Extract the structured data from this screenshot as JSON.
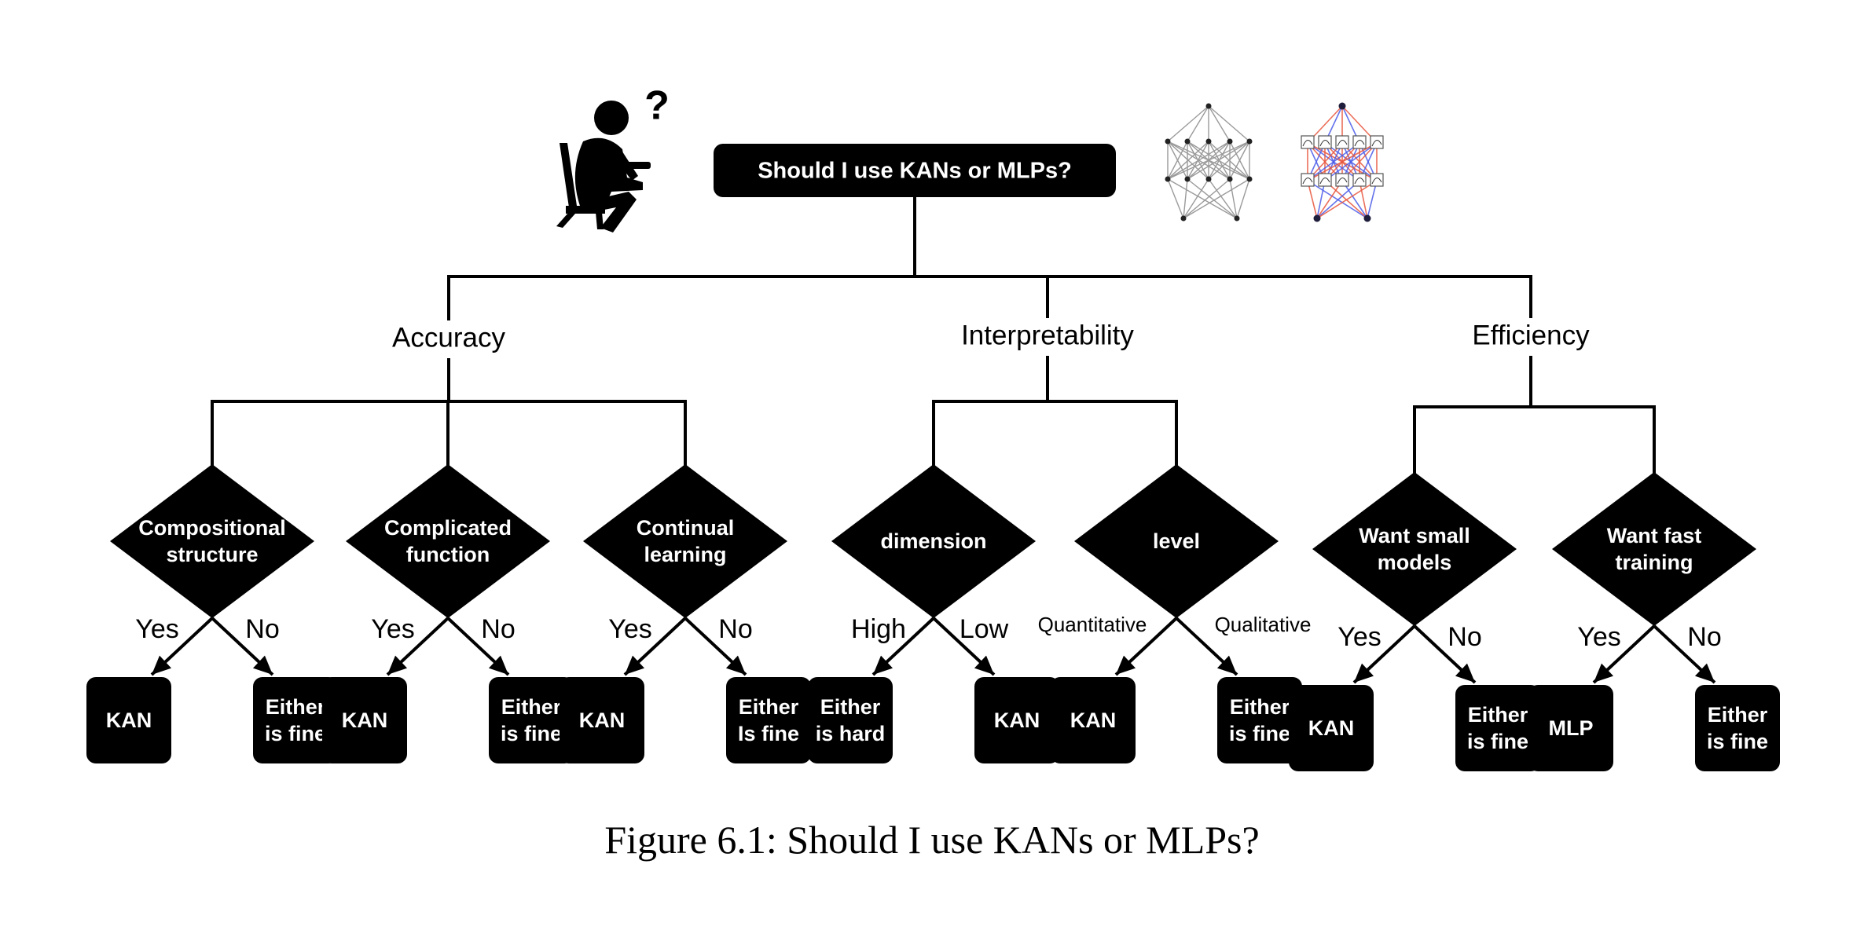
{
  "root": {
    "label": "Should I use KANs or MLPs?"
  },
  "categories": [
    {
      "label": "Accuracy",
      "questions": [
        {
          "lines": [
            "Compositional",
            "structure"
          ],
          "left": "Yes",
          "right": "No",
          "left_result": [
            "KAN"
          ],
          "right_result": [
            "Either",
            "is fine"
          ]
        },
        {
          "lines": [
            "Complicated",
            "function"
          ],
          "left": "Yes",
          "right": "No",
          "left_result": [
            "KAN"
          ],
          "right_result": [
            "Either",
            "is fine"
          ]
        },
        {
          "lines": [
            "Continual",
            "learning"
          ],
          "left": "Yes",
          "right": "No",
          "left_result": [
            "KAN"
          ],
          "right_result": [
            "Either",
            "Is fine"
          ]
        }
      ]
    },
    {
      "label": "Interpretability",
      "questions": [
        {
          "lines": [
            "dimension"
          ],
          "left": "High",
          "right": "Low",
          "left_result": [
            "Either",
            "is hard"
          ],
          "right_result": [
            "KAN"
          ]
        },
        {
          "lines": [
            "level"
          ],
          "left": "Quantitative",
          "right": "Qualitative",
          "left_result": [
            "KAN"
          ],
          "right_result": [
            "Either",
            "is fine"
          ]
        }
      ]
    },
    {
      "label": "Efficiency",
      "questions": [
        {
          "lines": [
            "Want small",
            "models"
          ],
          "left": "Yes",
          "right": "No",
          "left_result": [
            "KAN"
          ],
          "right_result": [
            "Either",
            "is fine"
          ]
        },
        {
          "lines": [
            "Want fast",
            "training"
          ],
          "left": "Yes",
          "right": "No",
          "left_result": [
            "MLP"
          ],
          "right_result": [
            "Either",
            "is fine"
          ]
        }
      ]
    }
  ],
  "icons": {
    "thinker": "thinking-person-icon",
    "question_mark": "?",
    "mlp": "mlp-network-icon",
    "kan": "kan-network-icon"
  },
  "colors": {
    "node": "#000000",
    "line": "#000000",
    "kan_red": "#e8553c",
    "kan_blue": "#4a5ae8"
  },
  "caption": "Figure 6.1: Should I use KANs or MLPs?"
}
